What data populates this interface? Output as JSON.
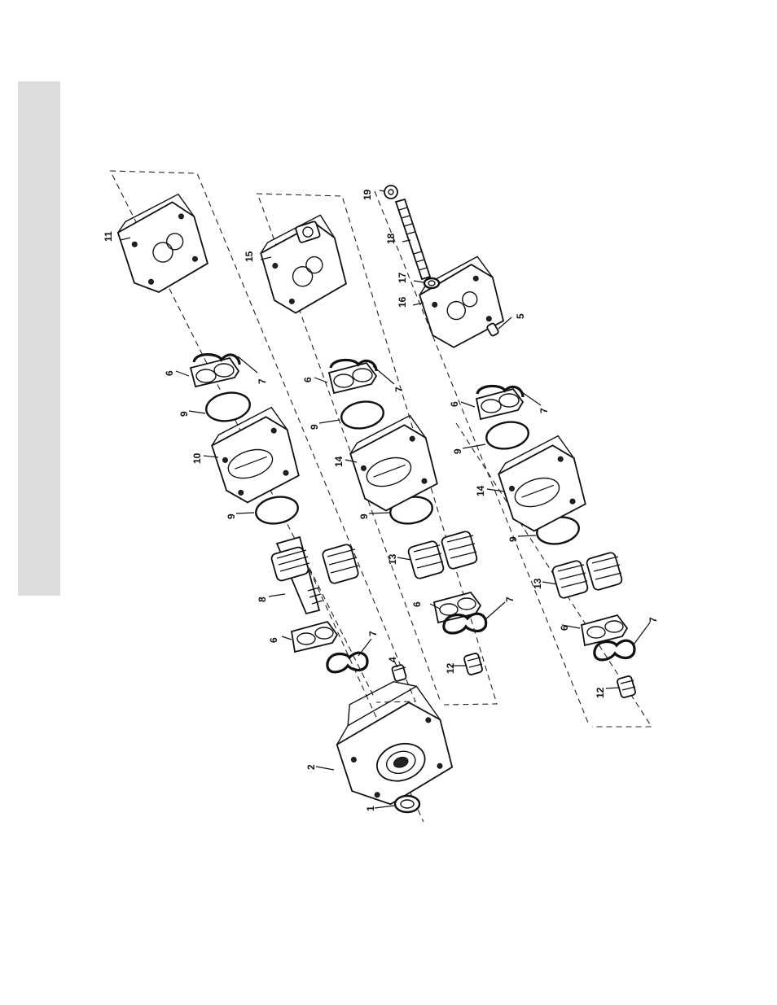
{
  "figure": {
    "type": "exploded-view parts diagram",
    "callouts": [
      {
        "id": "c1",
        "label": "1"
      },
      {
        "id": "c2",
        "label": "2"
      },
      {
        "id": "c4",
        "label": "4"
      },
      {
        "id": "c5",
        "label": "5"
      },
      {
        "id": "c6a",
        "label": "6"
      },
      {
        "id": "c6b",
        "label": "6"
      },
      {
        "id": "c6c",
        "label": "6"
      },
      {
        "id": "c6d",
        "label": "6"
      },
      {
        "id": "c6e",
        "label": "6"
      },
      {
        "id": "c6f",
        "label": "6"
      },
      {
        "id": "c7a",
        "label": "7"
      },
      {
        "id": "c7b",
        "label": "7"
      },
      {
        "id": "c7c",
        "label": "7"
      },
      {
        "id": "c7d",
        "label": "7"
      },
      {
        "id": "c7e",
        "label": "7"
      },
      {
        "id": "c7f",
        "label": "7"
      },
      {
        "id": "c8",
        "label": "8"
      },
      {
        "id": "c9a",
        "label": "9"
      },
      {
        "id": "c9b",
        "label": "9"
      },
      {
        "id": "c9c",
        "label": "9"
      },
      {
        "id": "c9d",
        "label": "9"
      },
      {
        "id": "c9e",
        "label": "9"
      },
      {
        "id": "c9f",
        "label": "9"
      },
      {
        "id": "c10",
        "label": "10"
      },
      {
        "id": "c11",
        "label": "11"
      },
      {
        "id": "c12a",
        "label": "12"
      },
      {
        "id": "c12b",
        "label": "12"
      },
      {
        "id": "c13a",
        "label": "13"
      },
      {
        "id": "c13b",
        "label": "13"
      },
      {
        "id": "c14a",
        "label": "14"
      },
      {
        "id": "c14b",
        "label": "14"
      },
      {
        "id": "c15",
        "label": "15"
      },
      {
        "id": "c16",
        "label": "16"
      },
      {
        "id": "c17",
        "label": "17"
      },
      {
        "id": "c18",
        "label": "18"
      },
      {
        "id": "c19",
        "label": "19"
      }
    ]
  },
  "colors": {
    "side_tab": "#dcdcdc",
    "line_art": "#111111",
    "background": "#ffffff"
  }
}
